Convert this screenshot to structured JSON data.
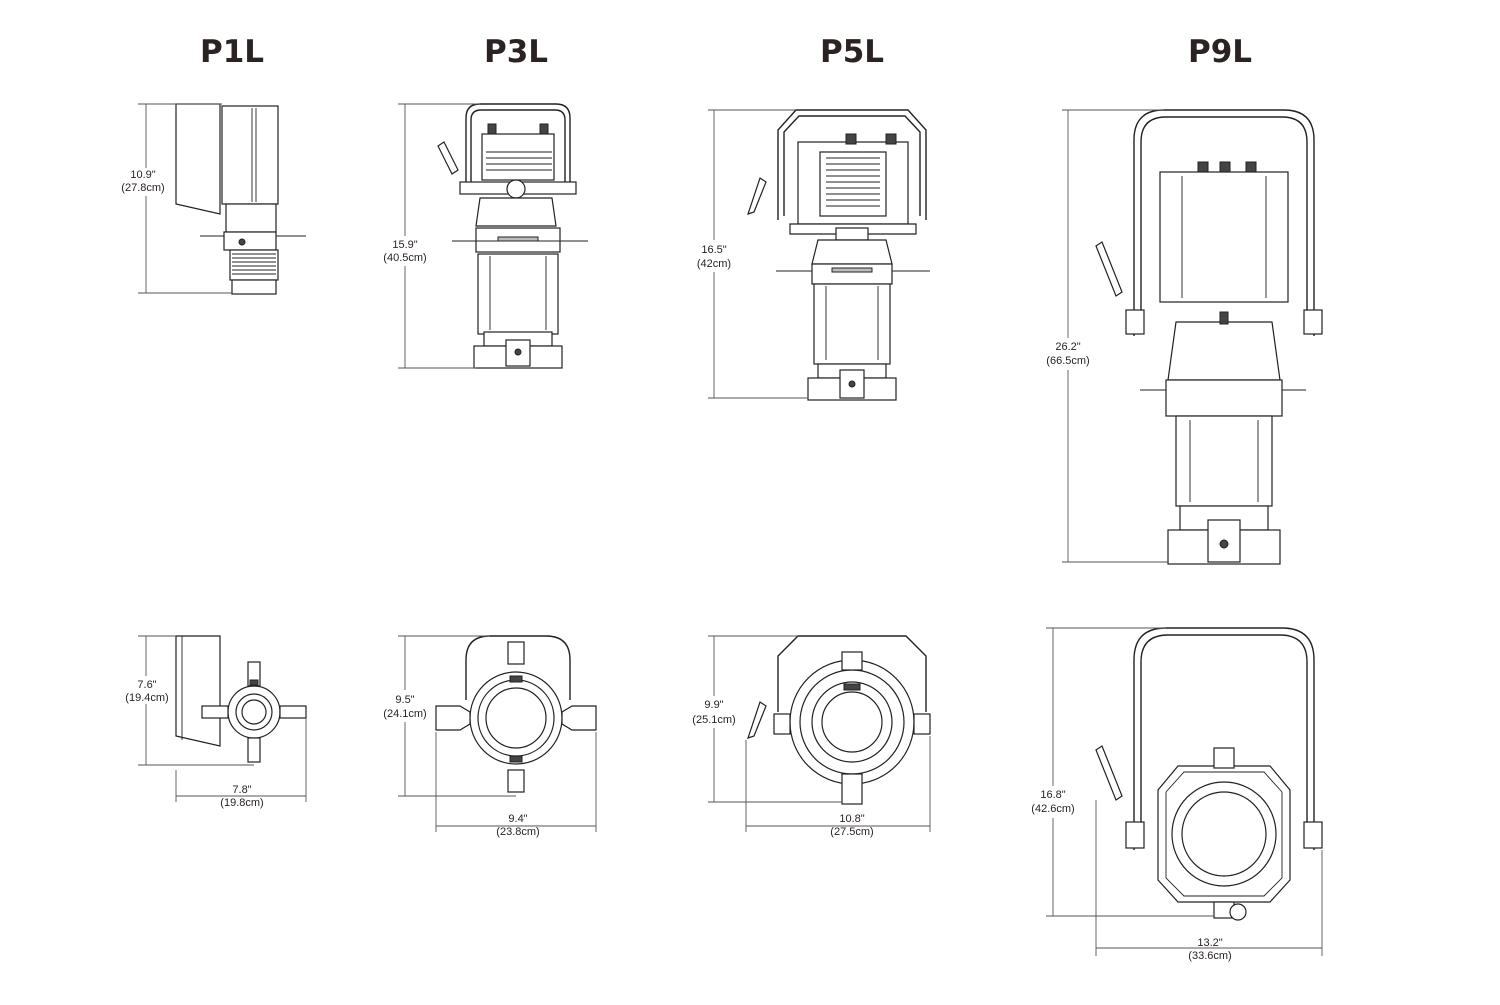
{
  "models": [
    {
      "id": "p1l",
      "title": "P1L",
      "front": {
        "height_in": "10.9\"",
        "height_cm": "(27.8cm)"
      },
      "side": {
        "height_in": "7.6\"",
        "height_cm": "(19.4cm)",
        "width_in": "7.8\"",
        "width_cm": "(19.8cm)"
      }
    },
    {
      "id": "p3l",
      "title": "P3L",
      "front": {
        "height_in": "15.9\"",
        "height_cm": "(40.5cm)"
      },
      "side": {
        "height_in": "9.5\"",
        "height_cm": "(24.1cm)",
        "width_in": "9.4\"",
        "width_cm": "(23.8cm)"
      }
    },
    {
      "id": "p5l",
      "title": "P5L",
      "front": {
        "height_in": "16.5\"",
        "height_cm": "(42cm)"
      },
      "side": {
        "height_in": "9.9\"",
        "height_cm": "(25.1cm)",
        "width_in": "10.8\"",
        "width_cm": "(27.5cm)"
      }
    },
    {
      "id": "p9l",
      "title": "P9L",
      "front": {
        "height_in": "26.2\"",
        "height_cm": "(66.5cm)"
      },
      "side": {
        "height_in": "16.8\"",
        "height_cm": "(42.6cm)",
        "width_in": "13.2\"",
        "width_cm": "(33.6cm)"
      }
    }
  ],
  "colors": {
    "text": "#2a2322",
    "line": "#222222",
    "dimension": "#555555"
  }
}
